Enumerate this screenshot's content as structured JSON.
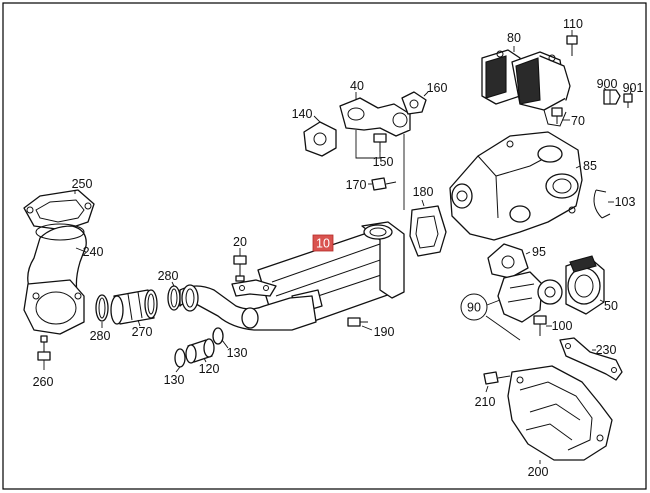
{
  "callouts": {
    "c10": "10",
    "c20": "20",
    "c40": "40",
    "c50": "50",
    "c70": "70",
    "c80": "80",
    "c85": "85",
    "c90": "90",
    "c95": "95",
    "c100": "100",
    "c103": "103",
    "c110": "110",
    "c120": "120",
    "c130a": "130",
    "c130b": "130",
    "c140": "140",
    "c150": "150",
    "c160": "160",
    "c170": "170",
    "c180": "180",
    "c190": "190",
    "c200": "200",
    "c210": "210",
    "c230": "230",
    "c240": "240",
    "c250": "250",
    "c260": "260",
    "c270": "270",
    "c280a": "280",
    "c280b": "280",
    "c900": "900",
    "c901": "901"
  },
  "highlight_color": "#d9534f"
}
